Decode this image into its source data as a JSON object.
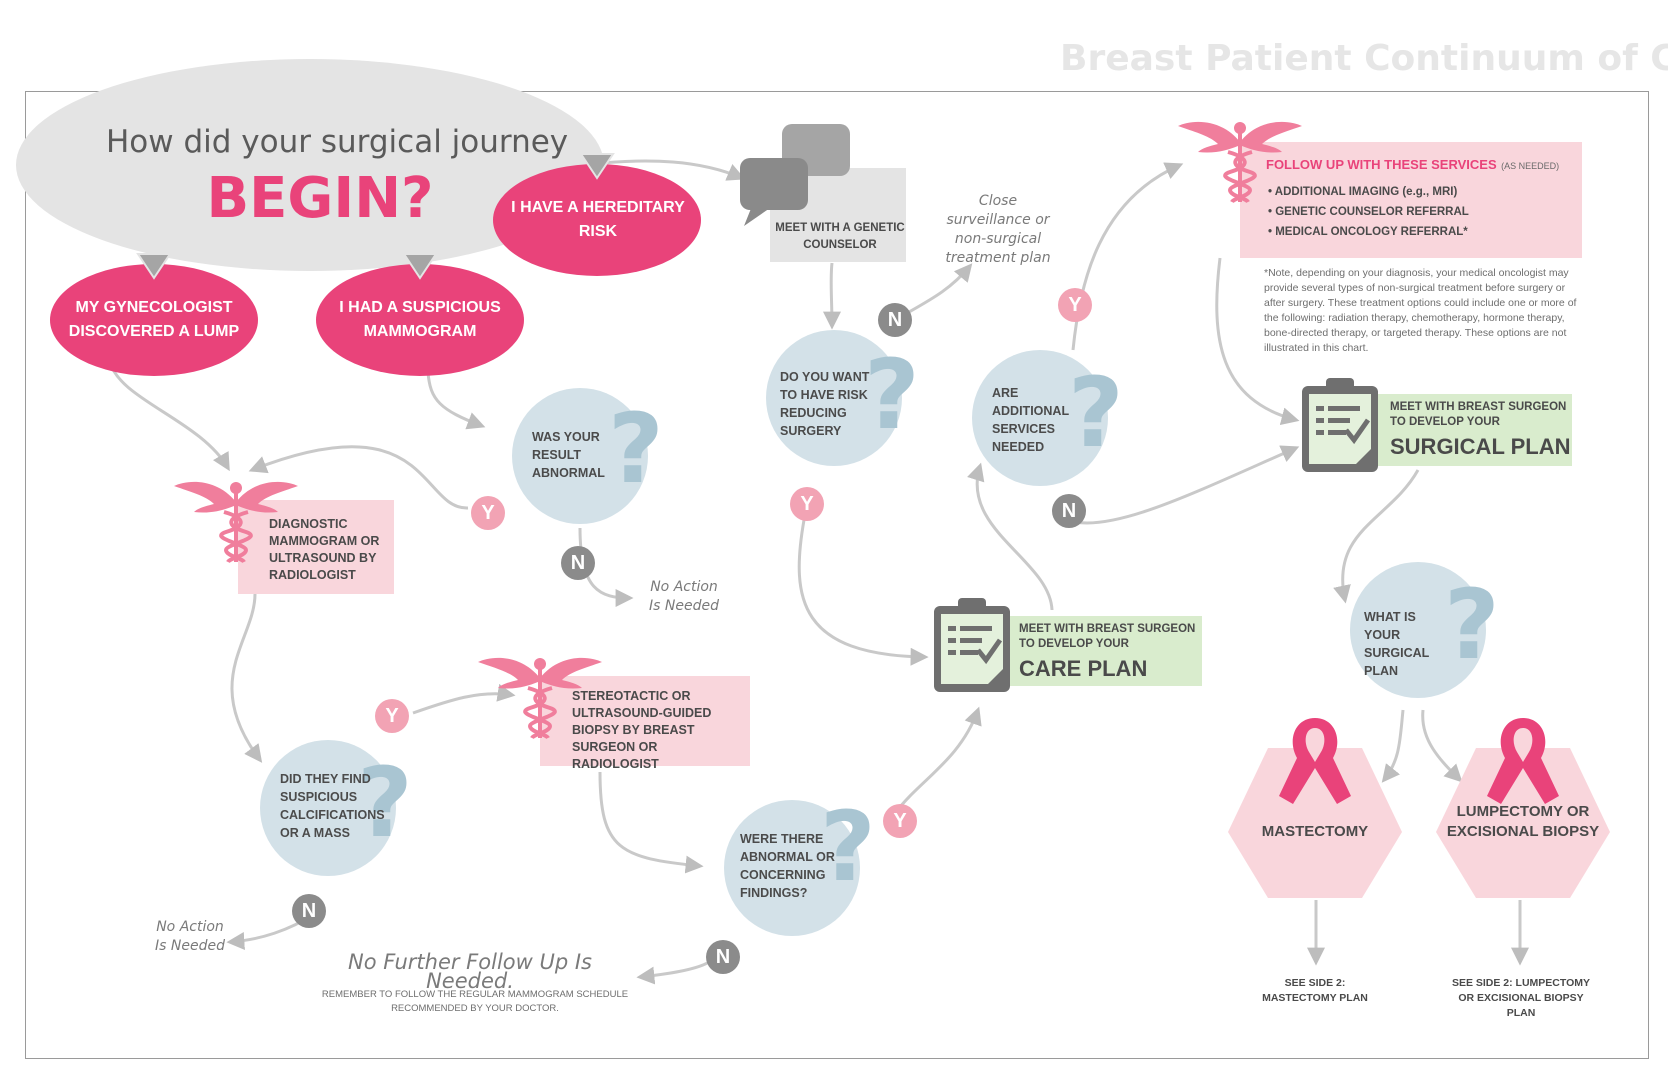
{
  "page_title": "Breast Patient Continuum of Care",
  "intro": {
    "line1": "How did your surgical journey",
    "line2": "BEGIN?"
  },
  "starts": {
    "lump": "MY GYNECOLOGIST DISCOVERED A LUMP",
    "mammogram": "I HAD A SUSPICIOUS MAMMOGRAM",
    "hereditary": "I HAVE A HEREDITARY RISK"
  },
  "steps": {
    "diagnostic": "DIAGNOSTIC MAMMOGRAM OR ULTRASOUND BY RADIOLOGIST",
    "biopsy": "STEREOTACTIC OR ULTRASOUND-GUIDED BIOPSY BY BREAST SURGEON OR RADIOLOGIST",
    "genetic_counselor": "MEET WITH A GENETIC COUNSELOR",
    "care_plan_small": "MEET WITH BREAST SURGEON TO DEVELOP YOUR",
    "care_plan_big": "CARE PLAN",
    "surgical_plan_small": "MEET WITH BREAST SURGEON TO DEVELOP YOUR",
    "surgical_plan_big": "SURGICAL PLAN"
  },
  "questions": {
    "result_abnormal": "WAS YOUR RESULT ABNORMAL",
    "calcifications": "DID THEY FIND SUSPICIOUS CALCIFICATIONS OR A MASS",
    "findings": "WERE THERE ABNORMAL OR CONCERNING FINDINGS?",
    "risk_reducing": "DO YOU WANT TO HAVE RISK REDUCING SURGERY",
    "additional_services": "ARE ADDITIONAL SERVICES NEEDED",
    "surgical_plan": "WHAT IS YOUR SURGICAL PLAN"
  },
  "badges": {
    "yes": "Y",
    "no": "N"
  },
  "outcomes": {
    "no_action_1": "No Action Is Needed",
    "no_action_2": "No Action Is Needed",
    "close_surveillance": "Close surveillance or non-surgical treatment plan",
    "no_followup": "No Further Follow Up Is Needed.",
    "no_followup_sub": "REMEMBER TO FOLLOW THE REGULAR MAMMOGRAM SCHEDULE RECOMMENDED BY YOUR DOCTOR."
  },
  "services": {
    "heading": "FOLLOW UP WITH THESE SERVICES",
    "heading_note": "(AS NEEDED)",
    "items": [
      "• ADDITIONAL IMAGING (e.g., MRI)",
      "• GENETIC COUNSELOR REFERRAL",
      "• MEDICAL ONCOLOGY REFERRAL*"
    ],
    "footnote": "*Note, depending on your diagnosis, your medical oncologist may provide several types of non-surgical treatment before surgery or after surgery. These treatment options could include one or more of the following: radiation therapy, chemotherapy, hormone therapy, bone-directed therapy, or targeted therapy. These options are not illustrated in this chart."
  },
  "plans": {
    "mastectomy": "MASTECTOMY",
    "lumpectomy": "LUMPECTOMY OR EXCISIONAL BIOPSY",
    "see_mastectomy": "SEE SIDE 2: MASTECTOMY PLAN",
    "see_lumpectomy": "SEE SIDE 2: LUMPECTOMY OR EXCISIONAL BIOPSY PLAN"
  },
  "colors": {
    "pink": "#e9437a",
    "light_pink": "#f9d6dc",
    "caduceus": "#f07e9c",
    "question": "#d3e1e8",
    "question_mark": "#a9c5d2",
    "green": "#d9eccd",
    "gray_badge": "#8b8b8b",
    "pink_badge": "#f2a3b4"
  }
}
